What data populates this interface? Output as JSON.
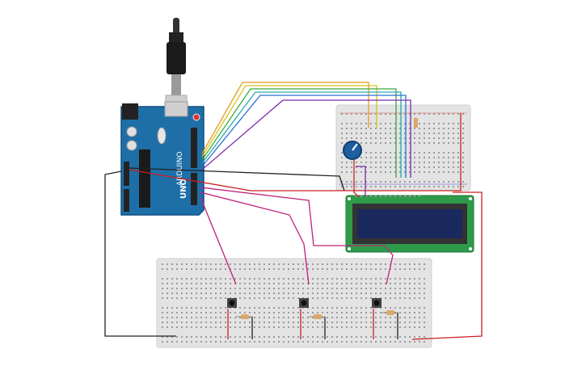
{
  "canvas": {
    "title": ""
  },
  "arduino": {
    "brand_text": "ARDUINO",
    "model_text": "UNO",
    "colors": {
      "board": "#1e6fa8",
      "board_edge": "#0f4f80",
      "header": "#222222",
      "chip": "#1a1a1a"
    }
  },
  "lcd": {
    "colors": {
      "pcb": "#2e9b4a",
      "screen": "#1b2a5e",
      "bezel": "#333333"
    }
  },
  "breadboards": {
    "small": {
      "name": "breadboard-small"
    },
    "large": {
      "name": "breadboard-large"
    }
  },
  "components": {
    "potentiometer": {
      "name": "potentiometer",
      "color": "#1f5f9e"
    },
    "pushbuttons": [
      {
        "name": "pushbutton-1"
      },
      {
        "name": "pushbutton-2"
      },
      {
        "name": "pushbutton-3"
      }
    ],
    "resistors": [
      {
        "name": "resistor-1"
      },
      {
        "name": "resistor-2"
      },
      {
        "name": "resistor-3"
      },
      {
        "name": "resistor-lcd"
      }
    ],
    "usb_cable": {
      "name": "usb-cable"
    }
  },
  "wire_colors": {
    "orange": "#e69a1a",
    "yellow": "#d6c21c",
    "green": "#3aa83a",
    "teal": "#2aa8a8",
    "blue": "#2a6fd6",
    "purple": "#7a2aa8",
    "red": "#cc1f1f",
    "black": "#222222",
    "magenta": "#c0207a"
  }
}
